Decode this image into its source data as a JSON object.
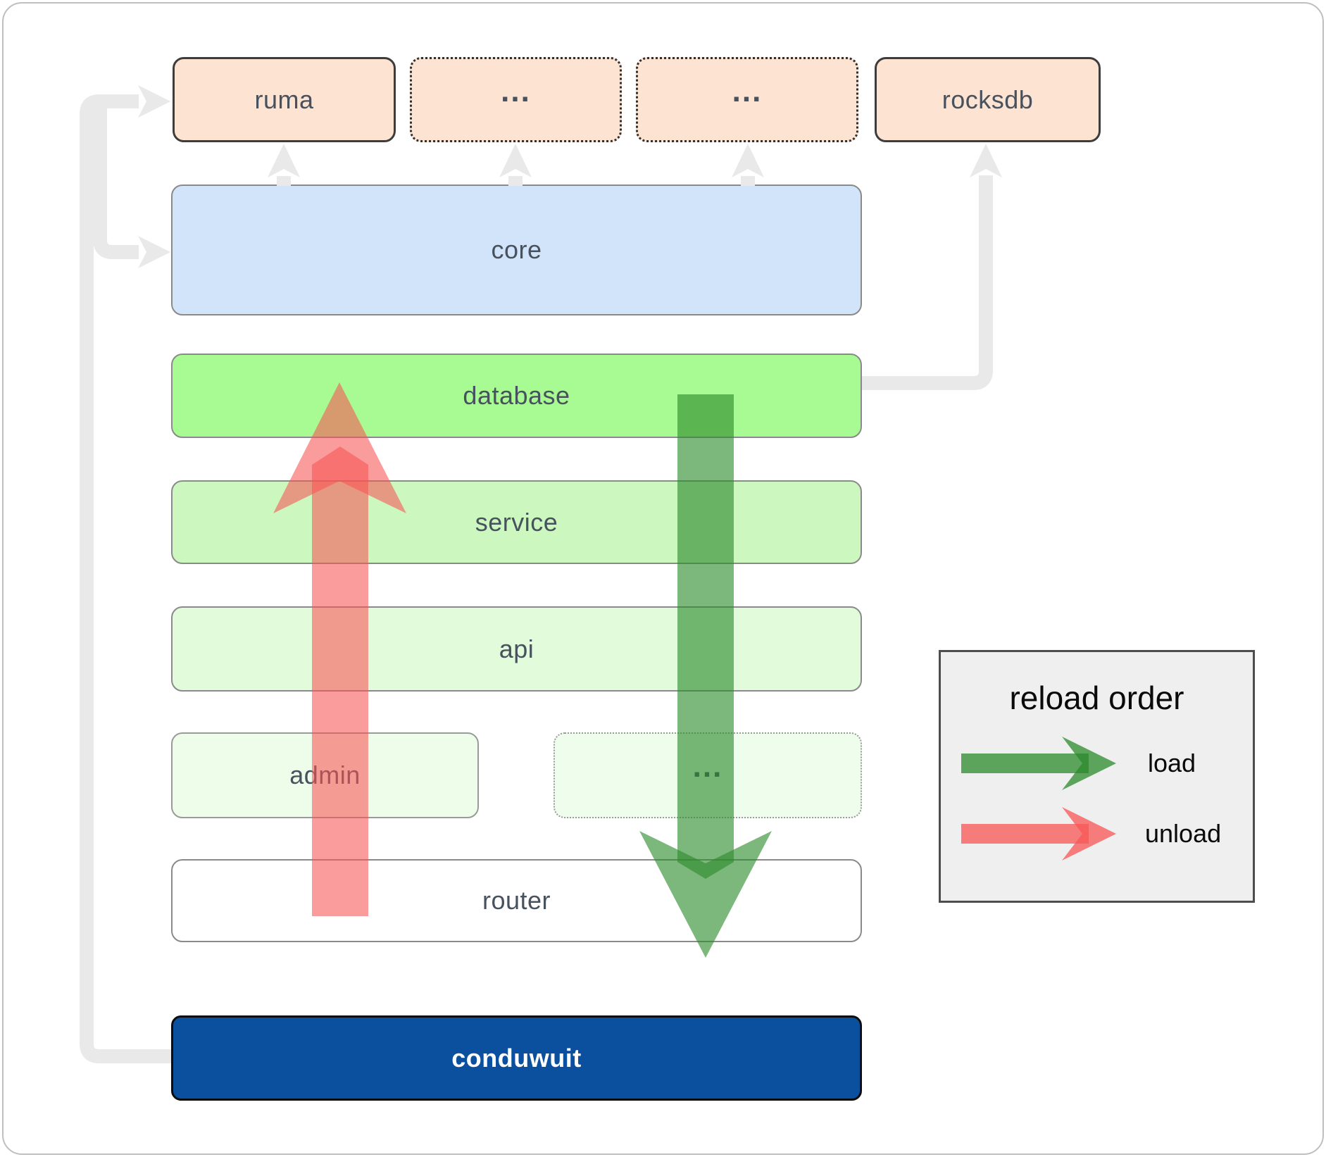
{
  "diagram": {
    "top_row": [
      {
        "label": "ruma",
        "border": "solid"
      },
      {
        "label": "...",
        "border": "dotted"
      },
      {
        "label": "...",
        "border": "dotted"
      },
      {
        "label": "rocksdb",
        "border": "solid"
      }
    ],
    "layers": {
      "core": "core",
      "database": "database",
      "service": "service",
      "api": "api",
      "admin": "admin",
      "admin_more": "...",
      "router": "router",
      "app": "conduwuit"
    }
  },
  "legend": {
    "title": "reload order",
    "load_label": "load",
    "unload_label": "unload"
  },
  "colors": {
    "load_arrow_green": "#2b8a2b",
    "unload_arrow_red": "#f85555",
    "crate_fill_peach": "#fde3d1",
    "core_fill_blue": "#d2e4f9",
    "database_fill_green": "#a8fb92",
    "service_fill_green": "#ccf8c0",
    "api_fill_green": "#e2fbda",
    "admin_fill_green": "#eefde9",
    "router_fill": "#ffffff",
    "conduwuit_fill_navy": "#0b509f",
    "connector_gray": "#e9e9e9",
    "label_text": "#47525e",
    "legend_bg": "#efefef"
  }
}
